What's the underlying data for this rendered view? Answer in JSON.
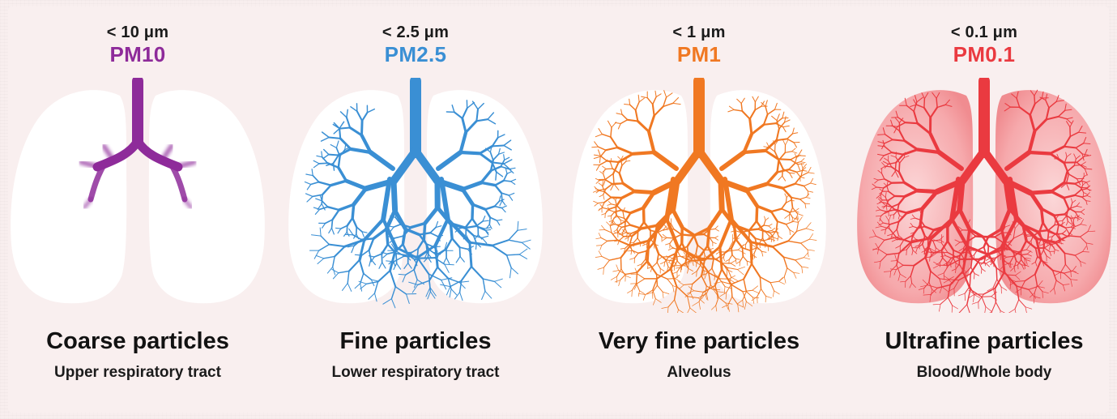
{
  "panels": [
    {
      "size": "< 10 μm",
      "pm": "PM10",
      "title": "Coarse particles",
      "subtitle": "Upper respiratory tract",
      "color": "#8e2b9a"
    },
    {
      "size": "< 2.5 μm",
      "pm": "PM2.5",
      "title": "Fine particles",
      "subtitle": "Lower respiratory tract",
      "color": "#3a8fd4"
    },
    {
      "size": "< 1 μm",
      "pm": "PM1",
      "title": "Very fine particles",
      "subtitle": "Alveolus",
      "color": "#f07822"
    },
    {
      "size": "< 0.1 μm",
      "pm": "PM0.1",
      "title": "Ultrafine particles",
      "subtitle": "Blood/Whole body",
      "color": "#ea3a40"
    }
  ]
}
